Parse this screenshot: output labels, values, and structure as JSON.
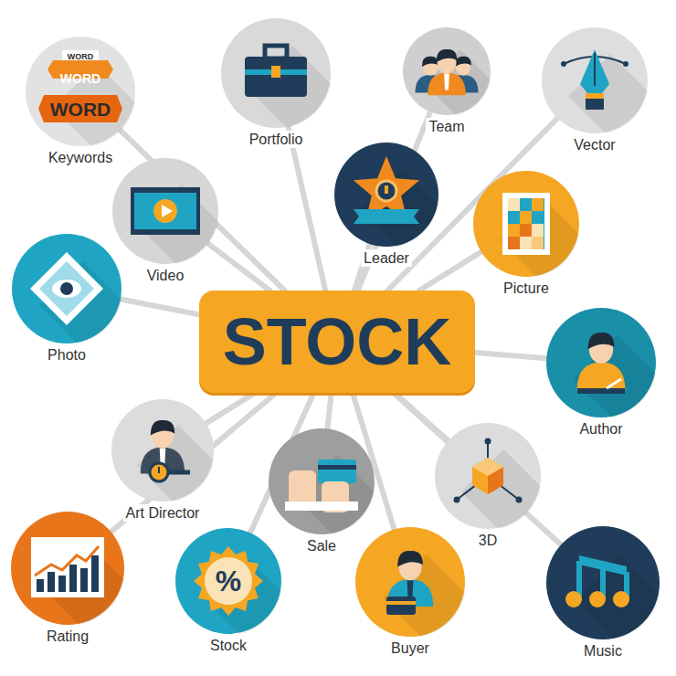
{
  "diagram": {
    "nodes": [
      {
        "text": [
          "STOCK"
        ]
      },
      {
        "text": [
          "Keywords"
        ]
      },
      {
        "text": [
          "Portfolio"
        ]
      },
      {
        "text": [
          "Team"
        ]
      },
      {
        "text": [
          "Vector"
        ]
      },
      {
        "text": [
          "Video"
        ]
      },
      {
        "text": [
          "Leader"
        ]
      },
      {
        "text": [
          "Picture"
        ]
      },
      {
        "text": [
          "Photo"
        ]
      },
      {
        "text": [
          "Author"
        ]
      },
      {
        "text": [
          "Art Director"
        ]
      },
      {
        "text": [
          "Sale"
        ]
      },
      {
        "text": [
          "3D"
        ]
      },
      {
        "text": [
          "Rating"
        ]
      },
      {
        "text": [
          "Stock"
        ]
      },
      {
        "text": [
          "Buyer"
        ]
      },
      {
        "text": [
          "Music"
        ]
      }
    ],
    "edges": [
      {
        "from": 0,
        "to": 1,
        "arrow": "none"
      },
      {
        "from": 0,
        "to": 2,
        "arrow": "none"
      },
      {
        "from": 0,
        "to": 3,
        "arrow": "none"
      },
      {
        "from": 0,
        "to": 4,
        "arrow": "none"
      },
      {
        "from": 0,
        "to": 5,
        "arrow": "none"
      },
      {
        "from": 0,
        "to": 6,
        "arrow": "none"
      },
      {
        "from": 0,
        "to": 7,
        "arrow": "none"
      },
      {
        "from": 0,
        "to": 8,
        "arrow": "none"
      },
      {
        "from": 0,
        "to": 9,
        "arrow": "none"
      },
      {
        "from": 0,
        "to": 10,
        "arrow": "none"
      },
      {
        "from": 0,
        "to": 11,
        "arrow": "none"
      },
      {
        "from": 0,
        "to": 12,
        "arrow": "none"
      },
      {
        "from": 0,
        "to": 13,
        "arrow": "none"
      },
      {
        "from": 0,
        "to": 14,
        "arrow": "none"
      },
      {
        "from": 0,
        "to": 15,
        "arrow": "none"
      },
      {
        "from": 0,
        "to": 16,
        "arrow": "none"
      }
    ],
    "labels": [
      "WORD",
      "WORD",
      "WORD",
      "%"
    ]
  }
}
